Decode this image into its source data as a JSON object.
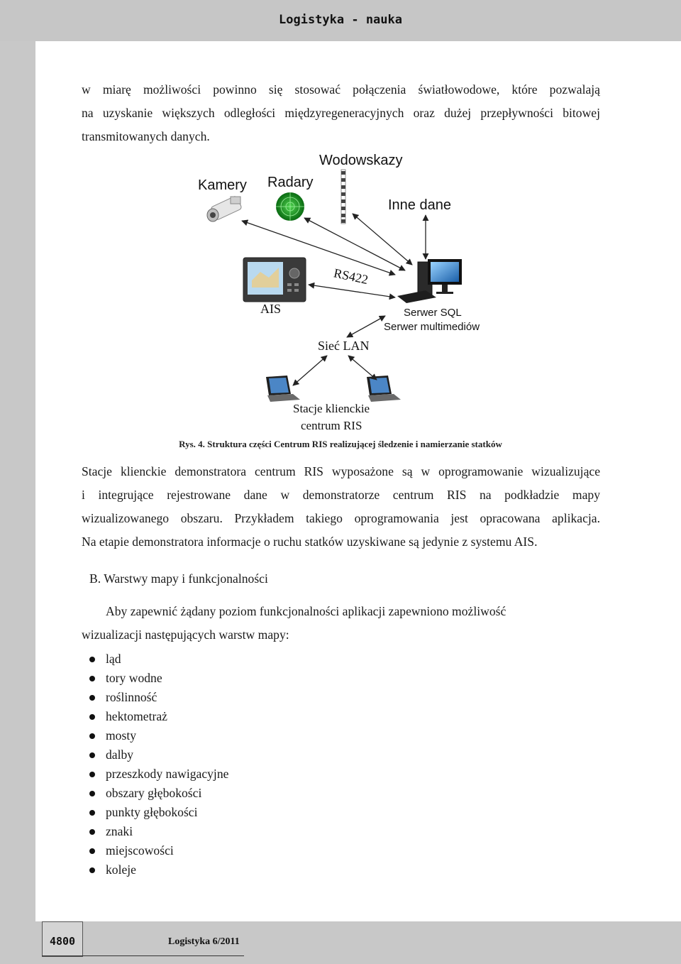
{
  "header": {
    "title": "Logistyka - nauka"
  },
  "intro": {
    "lines": [
      "w miarę możliwości powinno się stosować połączenia światłowodowe, które pozwalają",
      "na uzyskanie większych odległości międzyregeneracyjnych oraz dużej przepływności bitowej",
      "transmitowanych danych."
    ]
  },
  "diagram": {
    "labels": {
      "kamery": "Kamery",
      "radary": "Radary",
      "wodowskazy": "Wodowskazy",
      "inne_dane": "Inne dane",
      "ais": "AIS",
      "rs422": "RS422",
      "serwer_sql": "Serwer SQL",
      "serwer_multimediow": "Serwer multimediów",
      "siec_lan": "Sieć LAN",
      "stacje_1": "Stacje klienckie",
      "stacje_2": "centrum RIS"
    }
  },
  "caption": "Rys. 4. Struktura części Centrum RIS  realizującej śledzenie i namierzanie statków",
  "body_paragraph": {
    "lines": [
      "Stacje klienckie demonstratora centrum RIS wyposażone są w oprogramowanie wizualizujące",
      "i integrujące rejestrowane dane w demonstratorze centrum RIS na podkładzie mapy",
      "wizualizowanego obszaru. Przykładem takiego oprogramowania jest opracowana aplikacja.",
      "Na etapie demonstratora informacje o ruchu statków uzyskiwane są jedynie z systemu AIS."
    ]
  },
  "section": {
    "heading": "B. Warstwy mapy i funkcjonalności"
  },
  "layers_paragraph": {
    "lines": [
      "Aby zapewnić żądany poziom funkcjonalności aplikacji zapewniono możliwość",
      "wizualizacji następujących warstw mapy:"
    ]
  },
  "layers": [
    "ląd",
    "tory wodne",
    "roślinność",
    "hektometraż",
    "mosty",
    "dalby",
    "przeszkody nawigacyjne",
    "obszary głębokości",
    "punkty głębokości",
    "znaki",
    "miejscowości",
    "koleje"
  ],
  "footer": {
    "page_number": "4800",
    "journal": "Logistyka 6/2011"
  }
}
